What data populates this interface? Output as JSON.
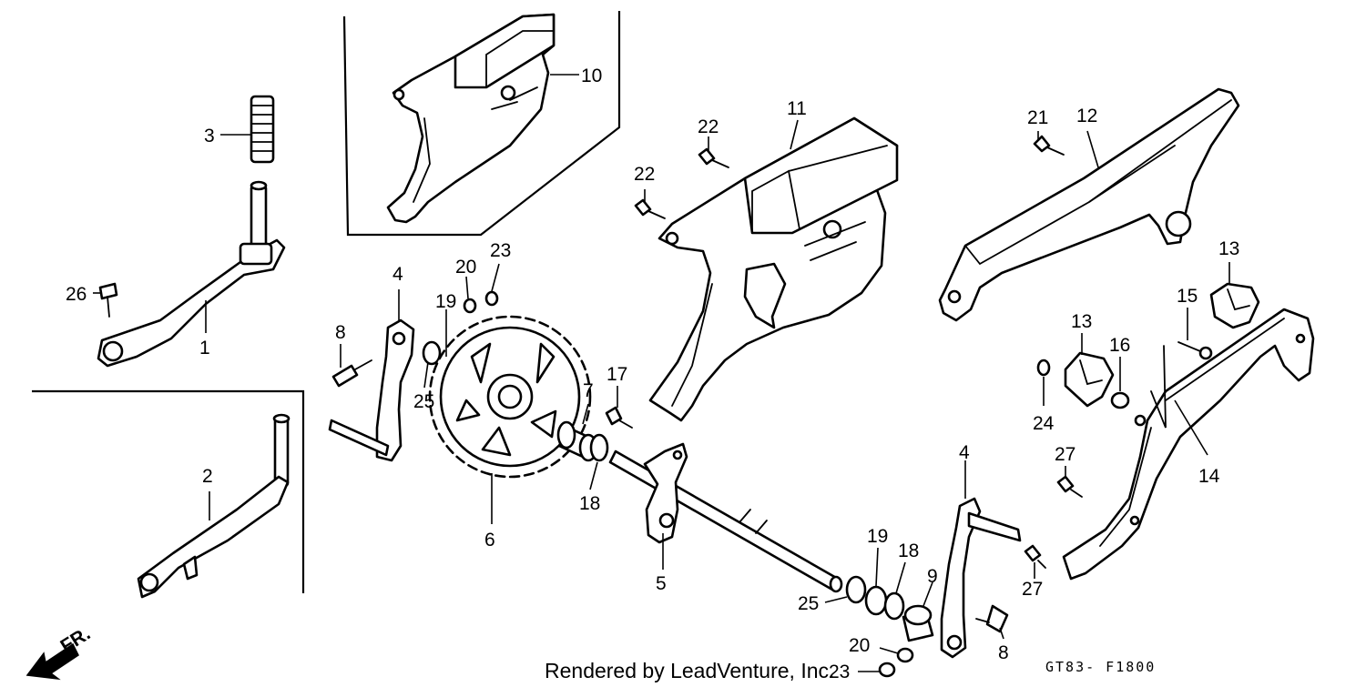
{
  "credit": "Rendered by LeadVenture, Inc.",
  "diagram_code": "GT83- F1800",
  "front_marker": "FR.",
  "callouts": [
    {
      "id": "c1",
      "label": "1"
    },
    {
      "id": "c2",
      "label": "2"
    },
    {
      "id": "c3",
      "label": "3"
    },
    {
      "id": "c4a",
      "label": "4"
    },
    {
      "id": "c4b",
      "label": "4"
    },
    {
      "id": "c5",
      "label": "5"
    },
    {
      "id": "c6",
      "label": "6"
    },
    {
      "id": "c7",
      "label": "7"
    },
    {
      "id": "c8a",
      "label": "8"
    },
    {
      "id": "c8b",
      "label": "8"
    },
    {
      "id": "c9",
      "label": "9"
    },
    {
      "id": "c10",
      "label": "10"
    },
    {
      "id": "c11",
      "label": "11"
    },
    {
      "id": "c12",
      "label": "12"
    },
    {
      "id": "c13a",
      "label": "13"
    },
    {
      "id": "c13b",
      "label": "13"
    },
    {
      "id": "c14",
      "label": "14"
    },
    {
      "id": "c15",
      "label": "15"
    },
    {
      "id": "c16",
      "label": "16"
    },
    {
      "id": "c17",
      "label": "17"
    },
    {
      "id": "c18a",
      "label": "18"
    },
    {
      "id": "c18b",
      "label": "18"
    },
    {
      "id": "c19a",
      "label": "19"
    },
    {
      "id": "c19b",
      "label": "19"
    },
    {
      "id": "c20a",
      "label": "20"
    },
    {
      "id": "c20b",
      "label": "20"
    },
    {
      "id": "c21",
      "label": "21"
    },
    {
      "id": "c22a",
      "label": "22"
    },
    {
      "id": "c22b",
      "label": "22"
    },
    {
      "id": "c23a",
      "label": "23"
    },
    {
      "id": "c23b",
      "label": "23"
    },
    {
      "id": "c24",
      "label": "24"
    },
    {
      "id": "c25a",
      "label": "25"
    },
    {
      "id": "c25b",
      "label": "25"
    },
    {
      "id": "c26",
      "label": "26"
    },
    {
      "id": "c27a",
      "label": "27"
    },
    {
      "id": "c27b",
      "label": "27"
    }
  ]
}
